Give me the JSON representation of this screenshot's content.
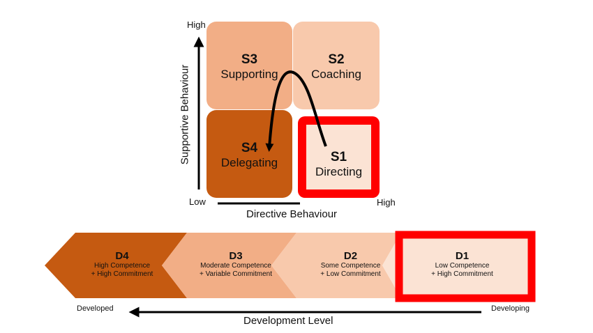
{
  "colors": {
    "s1": "#fbe3d4",
    "s2": "#f8c9ac",
    "s3": "#f2ae86",
    "s4": "#c55a11",
    "d1": "#fbe3d4",
    "d2": "#f8c9ac",
    "d3": "#f2ae86",
    "d4": "#c55a11",
    "highlight": "#ff0000",
    "line": "#000000"
  },
  "matrix": {
    "y_axis_title": "Supportive Behaviour",
    "y_high": "High",
    "y_low": "Low",
    "x_axis_title": "Directive Behaviour",
    "x_high": "High",
    "quadrants": {
      "s3": {
        "code": "S3",
        "label": "Supporting"
      },
      "s2": {
        "code": "S2",
        "label": "Coaching"
      },
      "s4": {
        "code": "S4",
        "label": "Delegating"
      },
      "s1": {
        "code": "S1",
        "label": "Directing",
        "highlighted": true
      }
    }
  },
  "development": {
    "stages": [
      {
        "code": "D4",
        "line1": "High Competence",
        "line2": "+ High Commitment"
      },
      {
        "code": "D3",
        "line1": "Moderate Competence",
        "line2": "+ Variable Commitment"
      },
      {
        "code": "D2",
        "line1": "Some Competence",
        "line2": "+ Low Commitment"
      },
      {
        "code": "D1",
        "line1": "Low Competence",
        "line2": "+ High Commitment",
        "highlighted": true
      }
    ],
    "left_label": "Developed",
    "right_label": "Developing",
    "axis_title": "Development Level"
  }
}
